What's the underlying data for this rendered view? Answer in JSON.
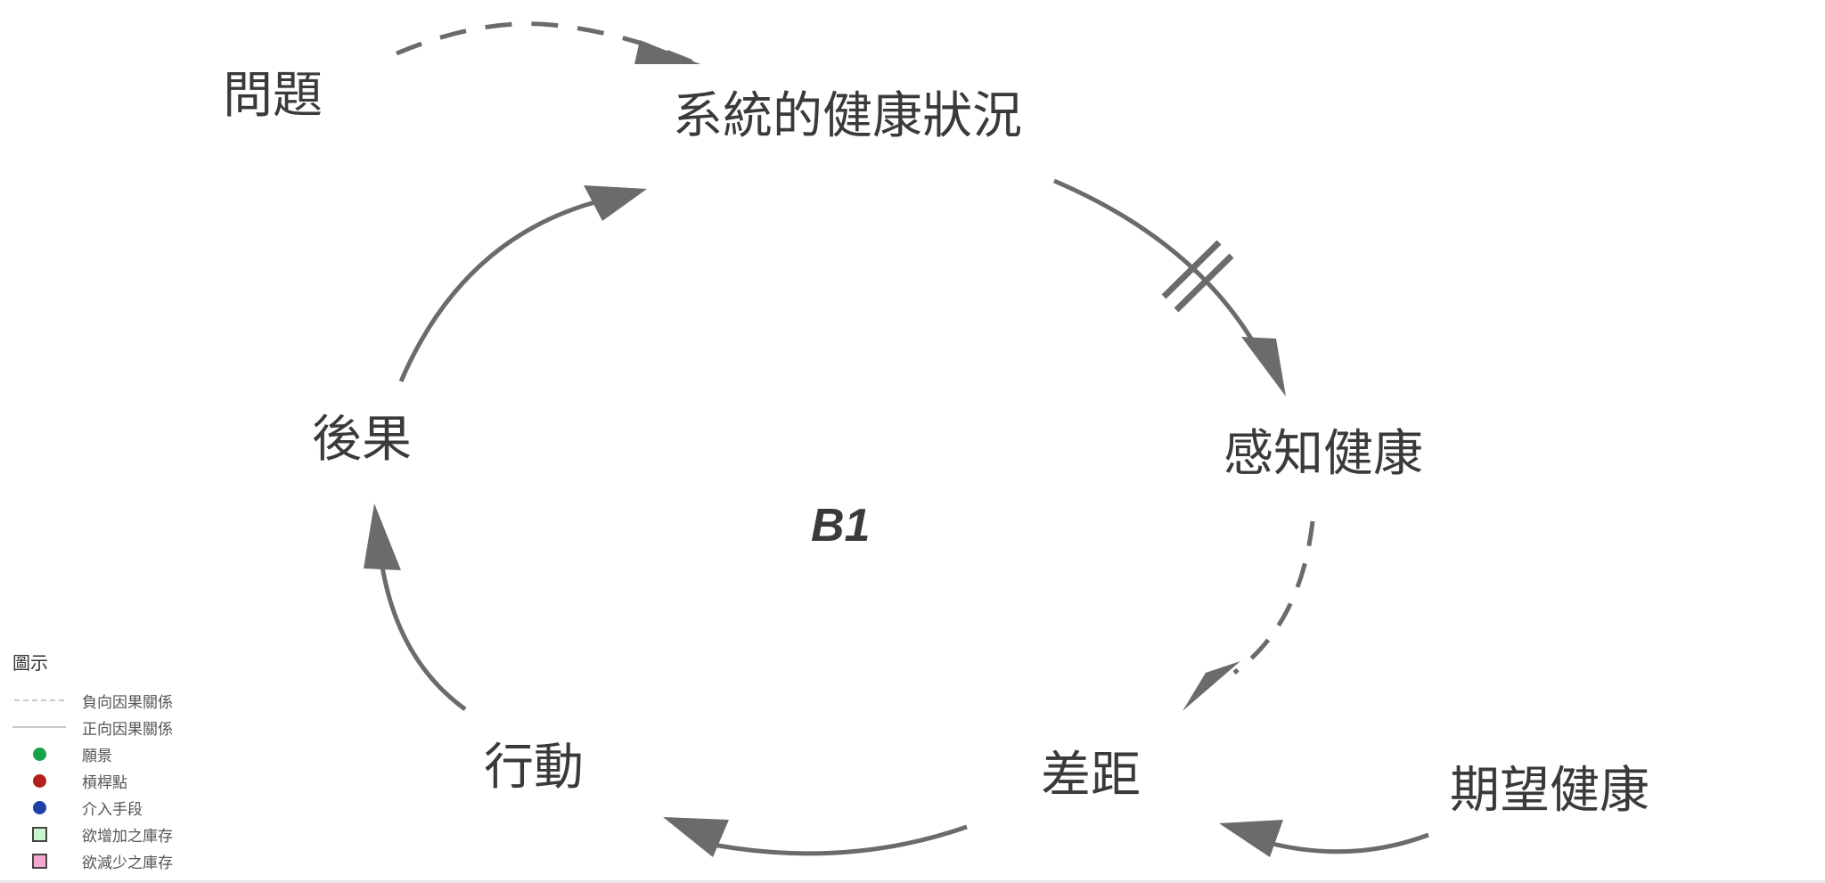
{
  "nodes": {
    "problem": "問題",
    "system_health": "系統的健康狀況",
    "perceived_health": "感知健康",
    "consequence": "後果",
    "action": "行動",
    "gap": "差距",
    "desired_health": "期望健康"
  },
  "loop_label": "B1",
  "legend": {
    "title": "圖示",
    "items": [
      {
        "label": "負向因果關係",
        "kind": "dashed-line",
        "color": "#c8c8c8"
      },
      {
        "label": "正向因果關係",
        "kind": "solid-line",
        "color": "#c8c8c8"
      },
      {
        "label": "願景",
        "kind": "dot",
        "color": "#16a14a"
      },
      {
        "label": "槓桿點",
        "kind": "dot",
        "color": "#b3201c"
      },
      {
        "label": "介入手段",
        "kind": "dot",
        "color": "#1e3fa8"
      },
      {
        "label": "欲增加之庫存",
        "kind": "square",
        "color": "#c9f5cf"
      },
      {
        "label": "欲減少之庫存",
        "kind": "square",
        "color": "#f7a6cf"
      }
    ]
  },
  "colors": {
    "arrow": "#6b6b6b",
    "text": "#3a3a3a"
  }
}
